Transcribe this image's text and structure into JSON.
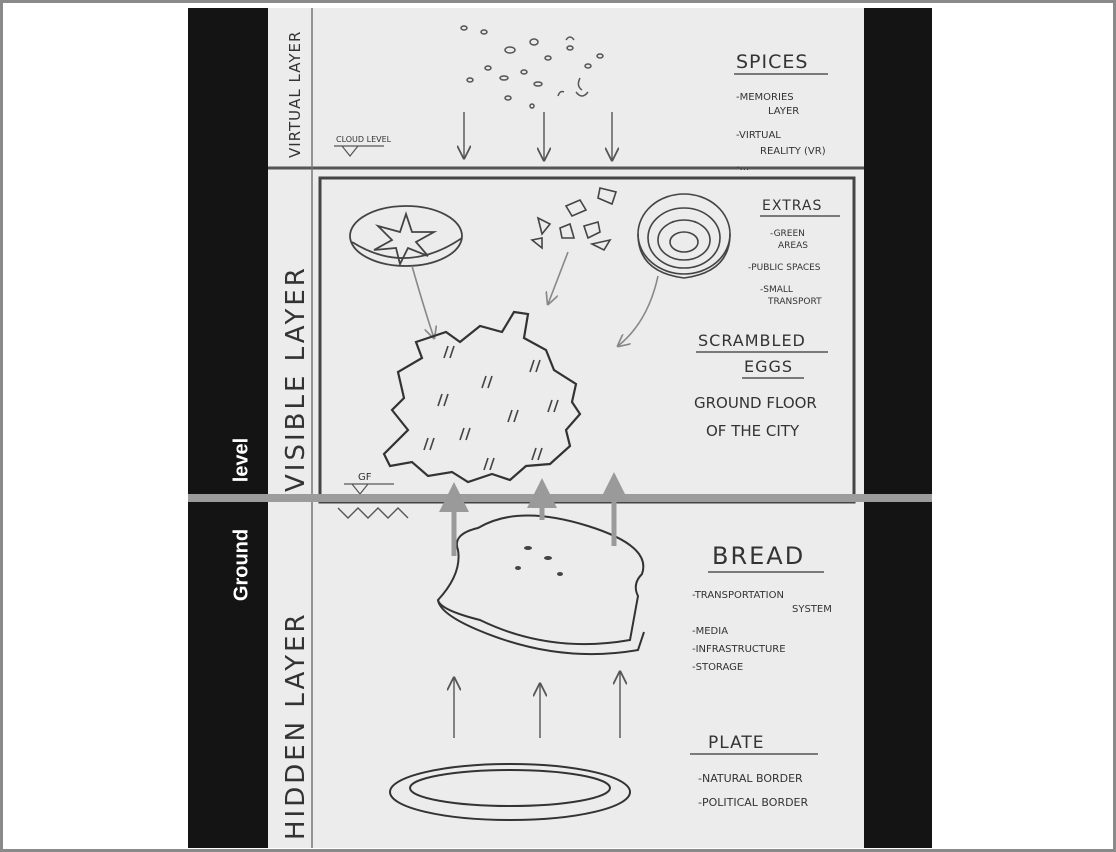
{
  "overlay": {
    "ground": "Ground",
    "level": "level"
  },
  "layers": {
    "virtual": "VIRTUAL LAYER",
    "visible": "VISIBLE LAYER",
    "hidden": "HIDDEN LAYER"
  },
  "levels": {
    "cloud": "CLOUD LEVEL",
    "gf": "GF"
  },
  "sections": {
    "spices": {
      "title": "SPICES",
      "items": [
        "-MEMORIES",
        "LAYER",
        "-VIRTUAL",
        "REALITY (VR)",
        "-..."
      ]
    },
    "extras": {
      "title": "EXTRAS",
      "items": [
        "-GREEN",
        "AREAS",
        "-PUBLIC SPACES",
        "-SMALL",
        "TRANSPORT"
      ]
    },
    "scrambled": {
      "title1": "SCRAMBLED",
      "title2": "EGGS",
      "desc1": "GROUND FLOOR",
      "desc2": "OF THE CITY"
    },
    "bread": {
      "title": "BREAD",
      "items": [
        "-TRANSPORTATION",
        "SYSTEM",
        "-MEDIA",
        "-INFRASTRUCTURE",
        "-STORAGE"
      ]
    },
    "plate": {
      "title": "PLATE",
      "items": [
        "-NATURAL BORDER",
        "-POLITICAL BORDER"
      ]
    }
  }
}
